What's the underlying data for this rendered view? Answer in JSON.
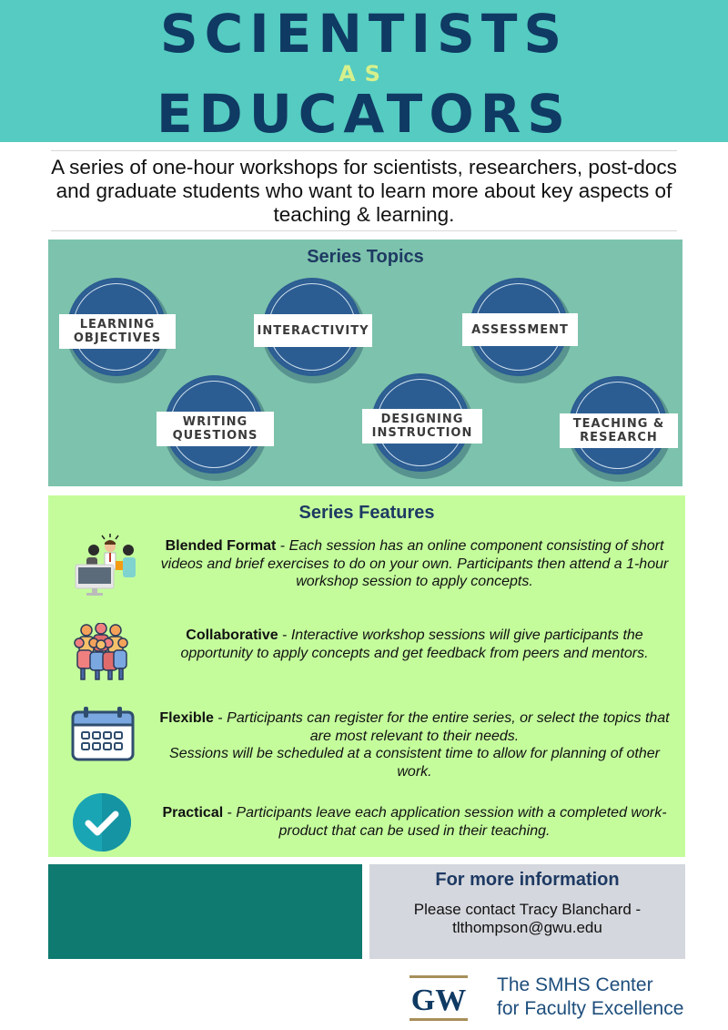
{
  "header": {
    "title_line1": "SCIENTISTS",
    "title_as": "AS",
    "title_line2": "EDUCATORS"
  },
  "intro": "A series of one-hour workshops for scientists, researchers, post-docs and graduate students who want to learn more about key aspects of teaching & learning.",
  "topics": {
    "title": "Series Topics",
    "items": [
      {
        "line1": "LEARNING",
        "line2": "OBJECTIVES"
      },
      {
        "line1": "INTERACTIVITY",
        "line2": ""
      },
      {
        "line1": "ASSESSMENT",
        "line2": ""
      },
      {
        "line1": "WRITING",
        "line2": "QUESTIONS"
      },
      {
        "line1": "DESIGNING",
        "line2": "INSTRUCTION"
      },
      {
        "line1": "TEACHING &",
        "line2": "RESEARCH"
      }
    ]
  },
  "features": {
    "title": "Series Features",
    "items": [
      {
        "name": "Blended Format",
        "sep": " - ",
        "text": "Each session has an online component consisting of short videos and brief exercises to do on your own.  Participants then attend a 1-hour workshop session to apply concepts.",
        "icon": "presentation-icon"
      },
      {
        "name": "Collaborative",
        "sep": " - ",
        "text": "Interactive workshop sessions will give participants the opportunity to apply concepts and get feedback from peers and mentors.",
        "icon": "group-icon"
      },
      {
        "name": "Flexible",
        "sep": " - ",
        "text": "Participants can register for the entire series, or select the topics that are most relevant to their needs.",
        "text2": "Sessions will be scheduled at a consistent time to allow for planning of other work.",
        "icon": "calendar-icon"
      },
      {
        "name": "Practical",
        "sep": " - ",
        "text": "Participants leave each application session with a completed work-product that can be used in their teaching.",
        "icon": "checkmark-icon"
      }
    ]
  },
  "info": {
    "title": "For more information",
    "line1": "Please contact Tracy Blanchard -",
    "line2": "tlthompson@gwu.edu"
  },
  "footer": {
    "logo_text": "GW",
    "center_line1": "The SMHS Center",
    "center_line2": "for Faculty Excellence"
  },
  "colors": {
    "header_bg": "#55cbc1",
    "title": "#0f3a63",
    "topics_bg": "#7dc2ac",
    "circle": "#2c5d92",
    "features_bg": "#c4fc9c",
    "teal_block": "#0e7a70",
    "info_bg": "#d4d7dd"
  }
}
